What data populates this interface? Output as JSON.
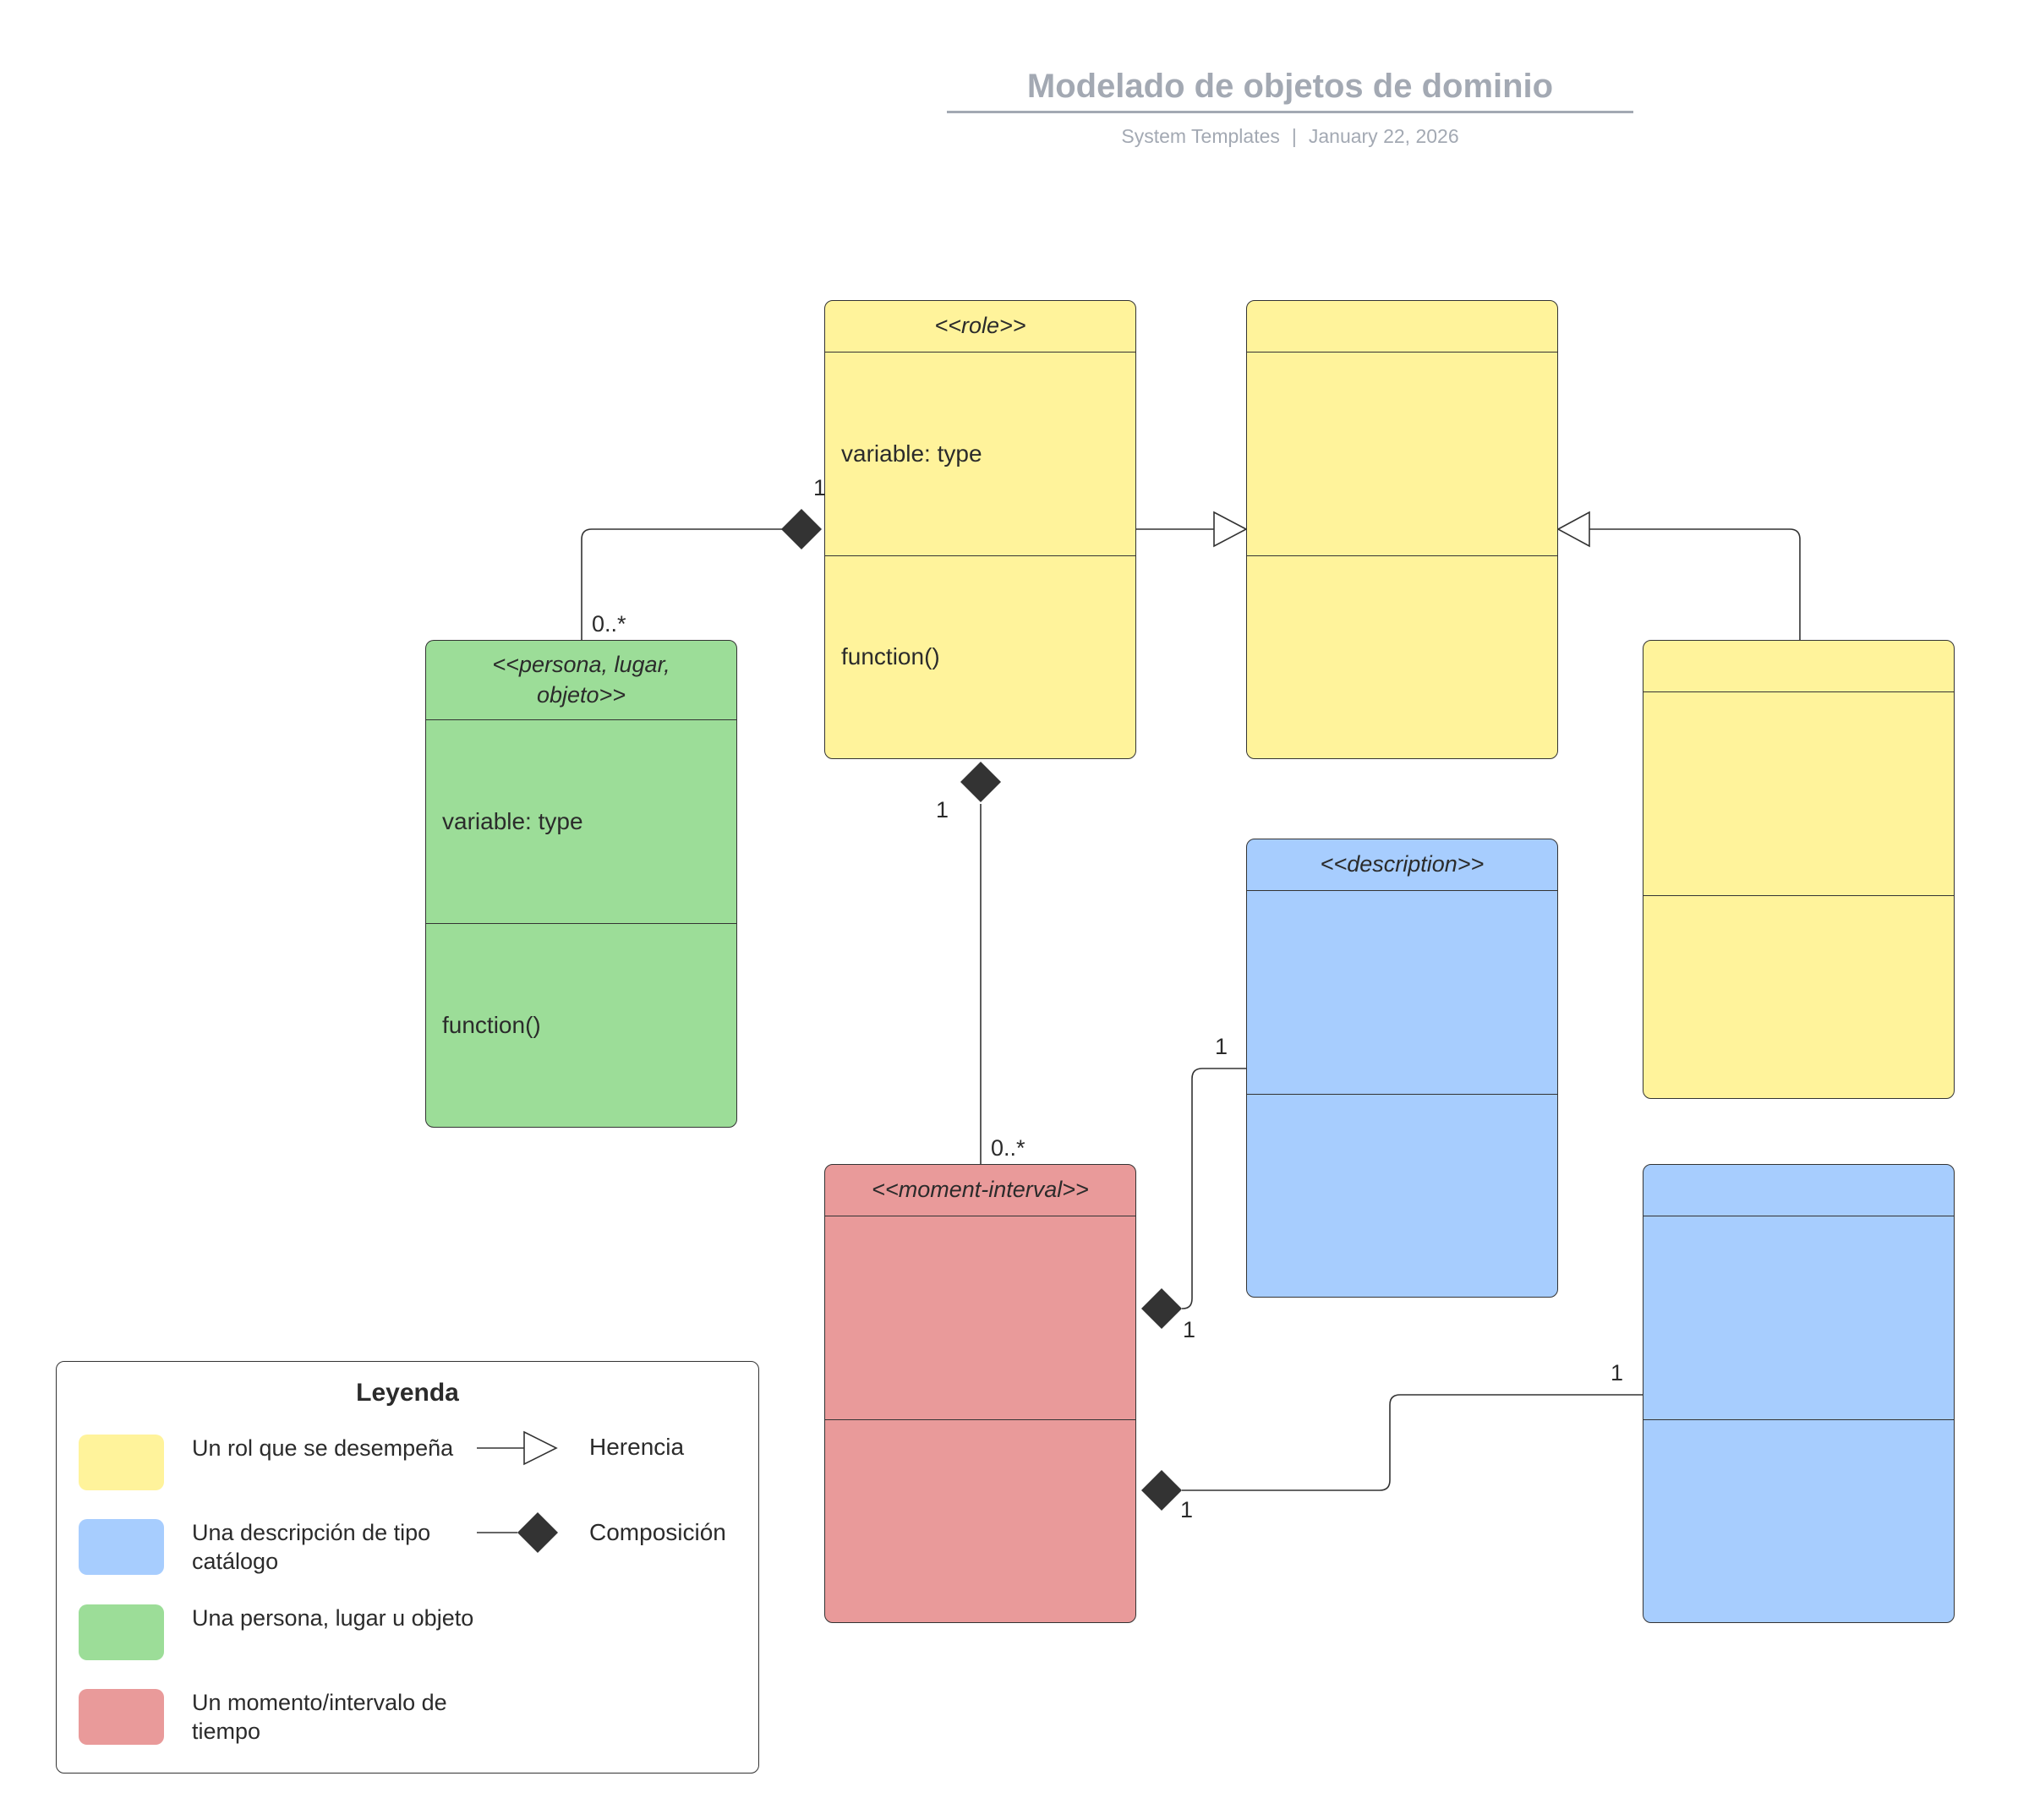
{
  "header": {
    "title": "Modelado de objetos de dominio",
    "source": "System Templates",
    "date": "January 22, 2026"
  },
  "classes": {
    "role": {
      "stereotype": "<<role>>",
      "attribute": "variable: type",
      "operation": "function()",
      "color": "#fff39b"
    },
    "yellow_parent": {
      "stereotype": "",
      "color": "#fff39b"
    },
    "yellow_child": {
      "stereotype": "",
      "color": "#fff39b"
    },
    "persona": {
      "stereotype": "<<persona, lugar, objeto>>",
      "attribute": "variable: type",
      "operation": "function()",
      "color": "#9cdd98"
    },
    "description": {
      "stereotype": "<<description>>",
      "color": "#a7cdfe"
    },
    "description_2": {
      "stereotype": "",
      "color": "#a7cdfe"
    },
    "moment_interval": {
      "stereotype": "<<moment-interval>>",
      "color": "#e99a9a"
    }
  },
  "multiplicities": {
    "role_persona_role_end": "1",
    "role_persona_persona_end": "0..*",
    "role_moment_role_end": "1",
    "role_moment_moment_end": "0..*",
    "moment_description_desc_end": "1",
    "moment_description_moment_end": "1",
    "moment_description2_desc_end": "1",
    "moment_description2_moment_end": "1"
  },
  "legend": {
    "title": "Leyenda",
    "items": [
      {
        "label": "Un rol que se desempeña",
        "color": "#fff39b"
      },
      {
        "label": "Una descripción de tipo catálogo",
        "color": "#a7cdfe"
      },
      {
        "label": "Una persona, lugar u objeto",
        "color": "#9cdd98"
      },
      {
        "label": "Un momento/intervalo de tiempo",
        "color": "#e99a9a"
      }
    ],
    "symbols": [
      {
        "label": "Herencia",
        "icon": "hollow-triangle-arrow-icon"
      },
      {
        "label": "Composición",
        "icon": "filled-diamond-icon"
      }
    ]
  }
}
